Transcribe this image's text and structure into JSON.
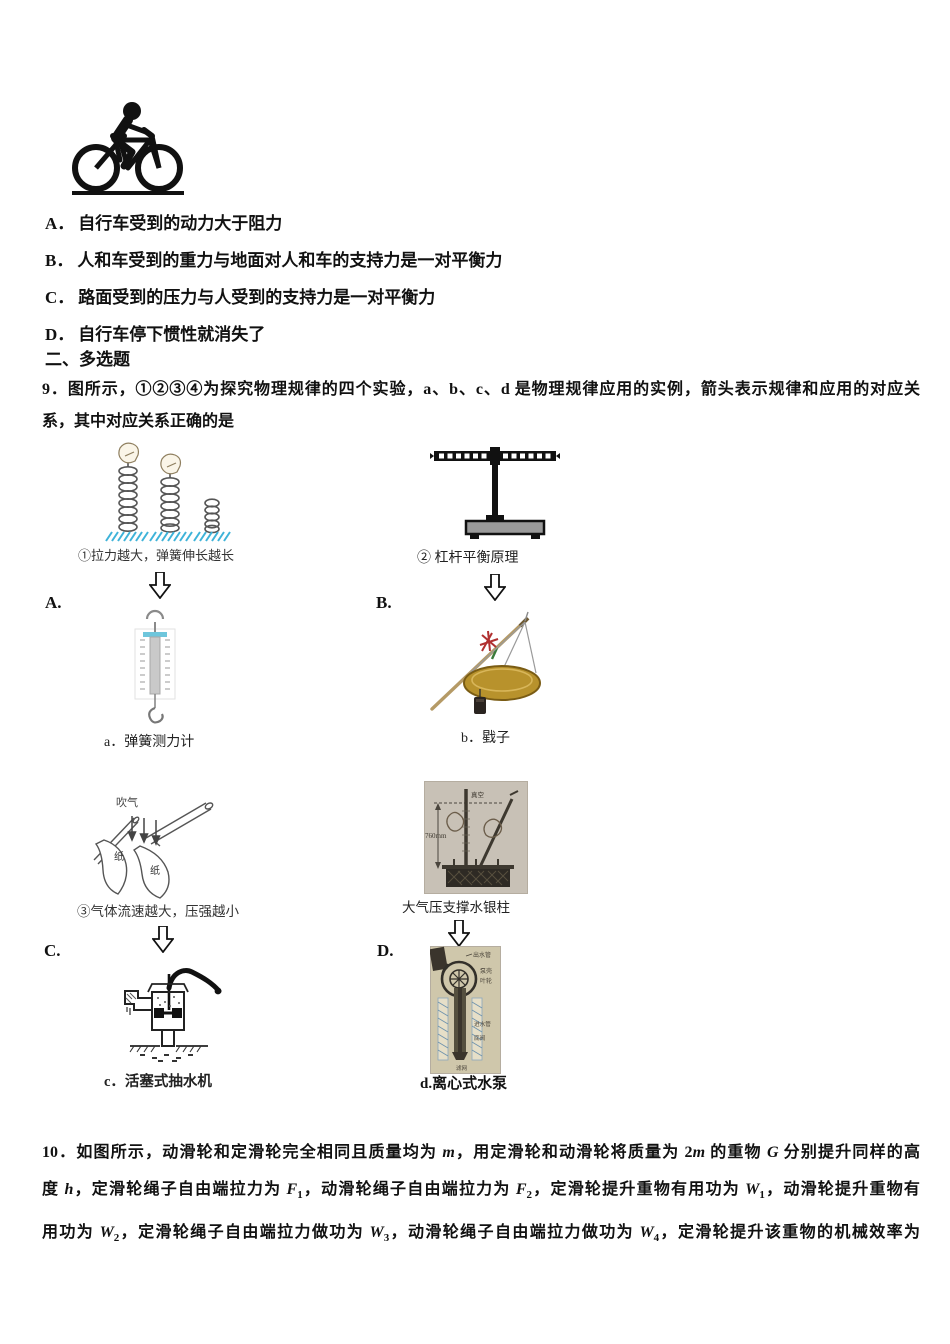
{
  "colors": {
    "hatch_cyan": "#3fb3d9",
    "dyno_band_cyan": "#6ec6dc",
    "pan_brass": "#b8922c",
    "tassel_red": "#b03030",
    "barometer_photo_bg": "#c8c1b6",
    "pump_photo_bg": "#cfc7ab",
    "text_black": "#111111"
  },
  "q8": {
    "options": [
      {
        "label": "A．",
        "text": "自行车受到的动力大于阻力"
      },
      {
        "label": "B．",
        "text": "人和车受到的重力与地面对人和车的支持力是一对平衡力"
      },
      {
        "label": "C．",
        "text": "路面受到的压力与人受到的支持力是一对平衡力"
      },
      {
        "label": "D．",
        "text": "自行车停下惯性就消失了"
      }
    ]
  },
  "section": {
    "title": "二、多选题"
  },
  "q9": {
    "line1": "9．图所示，①②③④为探究物理规律的四个实验，a、b、c、d 是物理规律应用的实例，箭头表示规律和应用的对应关",
    "line2": "系，其中对应关系正确的是",
    "figures": {
      "optA": "A.",
      "optB": "B.",
      "optC": "C.",
      "optD": "D.",
      "exp1_caption": "①拉力越大，弹簧伸长越长",
      "exp2_caption": "② 杠杆平衡原理",
      "exp3_caption": "③气体流速越大，压强越小",
      "exp4_caption": "大气压支撑水银柱",
      "a_caption": "a．弹簧测力计",
      "b_caption": "b．戥子",
      "c_caption": "c．活塞式抽水机",
      "d_caption": "d.离心式水泵",
      "blow_label": "吹气",
      "paper_label": "纸",
      "vacuum_label": "真空",
      "height_label": "760mm",
      "pump_labels": {
        "outlet": "出水管",
        "casing": "泵壳",
        "impeller": "叶轮",
        "inlet": "进水管",
        "valve": "底阀",
        "screen": "滤网"
      }
    }
  },
  "q10": {
    "lines": [
      [
        {
          "t": "10．如图所示，动滑轮和定滑轮完全相同且质量均为 "
        },
        {
          "t": "m",
          "i": true
        },
        {
          "t": "，用定滑轮和动滑轮将质量为 2"
        },
        {
          "t": "m",
          "i": true
        },
        {
          "t": " 的重物 "
        },
        {
          "t": "G",
          "i": true
        },
        {
          "t": " 分别提升同样的高"
        }
      ],
      [
        {
          "t": "度 "
        },
        {
          "t": "h",
          "i": true
        },
        {
          "t": "，定滑轮绳子自由端拉力为 "
        },
        {
          "t": "F",
          "i": true
        },
        {
          "t": "1",
          "sub": true
        },
        {
          "t": "，动滑轮绳子自由端拉力为 "
        },
        {
          "t": "F",
          "i": true
        },
        {
          "t": "2",
          "sub": true
        },
        {
          "t": "，定滑轮提升重物有用功为 "
        },
        {
          "t": "W",
          "i": true
        },
        {
          "t": "1",
          "sub": true
        },
        {
          "t": "，动滑轮提升重物有"
        }
      ],
      [
        {
          "t": "用功为 "
        },
        {
          "t": "W",
          "i": true
        },
        {
          "t": "2",
          "sub": true
        },
        {
          "t": "，定滑轮绳子自由端拉力做功为 "
        },
        {
          "t": "W",
          "i": true
        },
        {
          "t": "3",
          "sub": true
        },
        {
          "t": "，动滑轮绳子自由端拉力做功为 "
        },
        {
          "t": "W",
          "i": true
        },
        {
          "t": "4",
          "sub": true
        },
        {
          "t": "，定滑轮提升该重物的机械效率为"
        }
      ]
    ]
  }
}
